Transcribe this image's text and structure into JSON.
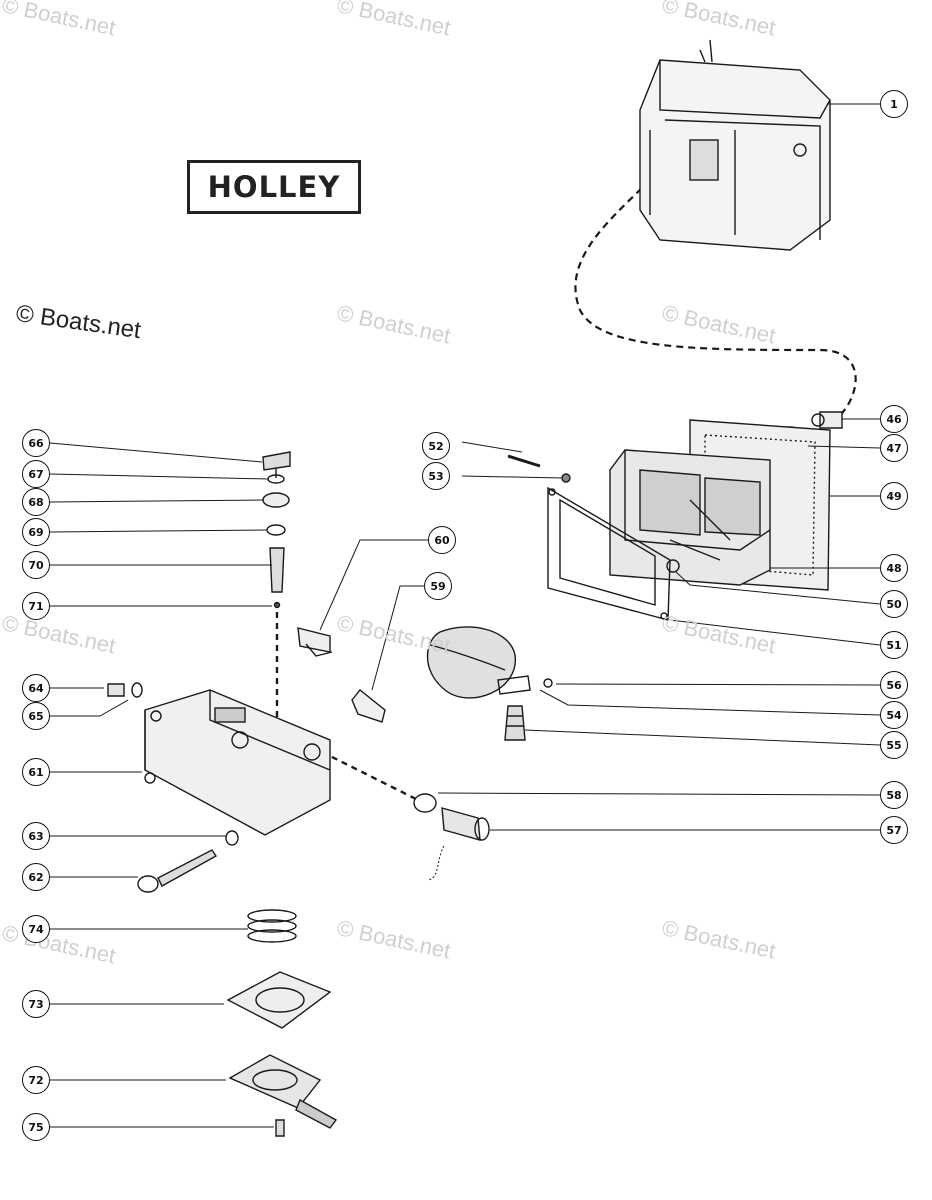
{
  "brand_label": "HOLLEY",
  "watermarks": [
    "© Boats.net",
    "© Boats.net",
    "© Boats.net",
    "© Boats.net",
    "© Boats.net",
    "© Boats.net",
    "© Boats.net",
    "© Boats.net",
    "© Boats.net",
    "© Boats.net",
    "© Boats.net"
  ],
  "watermark_large": "© Boats.net",
  "callouts": [
    "1",
    "46",
    "47",
    "49",
    "48",
    "50",
    "51",
    "56",
    "54",
    "55",
    "58",
    "57",
    "52",
    "53",
    "60",
    "59",
    "66",
    "67",
    "68",
    "69",
    "70",
    "71",
    "64",
    "65",
    "61",
    "63",
    "62",
    "74",
    "73",
    "72",
    "75"
  ],
  "colors": {
    "line": "#1a1a1a",
    "watermark": "#cfcfcf",
    "background": "#ffffff"
  }
}
